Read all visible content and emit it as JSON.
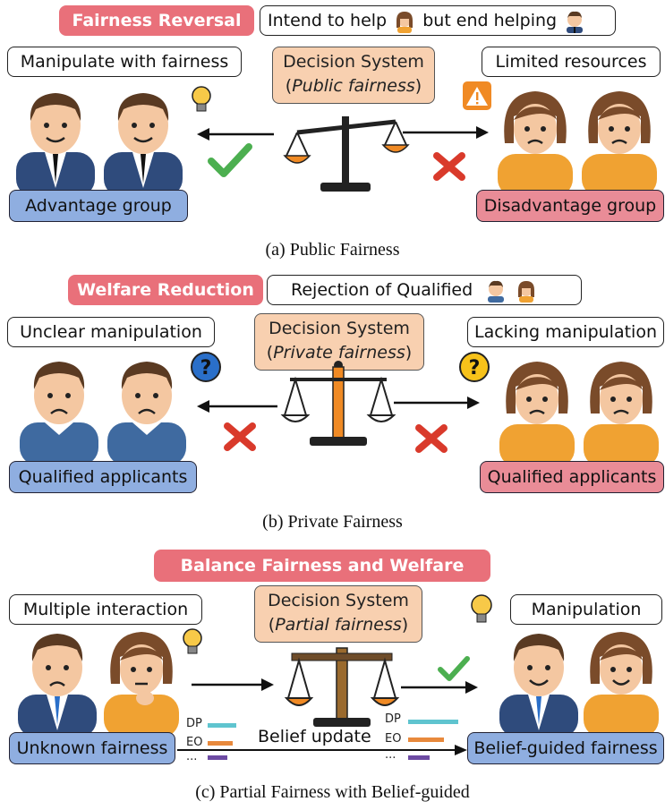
{
  "panel_a": {
    "title": "Fairness Reversal",
    "subtitle_before": "Intend to help",
    "subtitle_after": "but end helping",
    "left_label": "Manipulate with fairness",
    "system_title": "Decision System",
    "system_sub": "Public fairness",
    "right_label": "Limited resources",
    "left_group": "Advantage group",
    "right_group": "Disadvantage group",
    "caption": "(a) Public Fairness"
  },
  "panel_b": {
    "title": "Welfare Reduction",
    "subtitle": "Rejection of Qualified",
    "left_label": "Unclear manipulation",
    "system_title": "Decision System",
    "system_sub": "Private fairness",
    "right_label": "Lacking manipulation",
    "left_group": "Qualified applicants",
    "right_group": "Qualified applicants",
    "question_mark": "?",
    "caption": "(b) Private Fairness"
  },
  "panel_c": {
    "title": "Balance Fairness and Welfare",
    "left_label": "Multiple interaction",
    "system_title": "Decision System",
    "system_sub": "Partial fairness",
    "right_label": "Manipulation",
    "left_group": "Unknown fairness",
    "right_group": "Belief-guided fairness",
    "belief_update": "Belief update",
    "legend": [
      "DP",
      "EO",
      "..."
    ],
    "caption": "(c) Partial Fairness with Belief-guided"
  },
  "colors": {
    "red_banner": "#e9707a",
    "peach": "#f8d0b0",
    "blue_group": "#8faee0",
    "pink_group": "#e98c97",
    "check_green": "#4caf50",
    "cross_red": "#d93a2b",
    "scale_orange": "#f08a24",
    "suit_blue": "#2f4b7c",
    "sweater_orange": "#f0a232",
    "teal_bar": "#5fc4cf",
    "orange_bar": "#e8893c",
    "purple_bar": "#6d4ba3"
  }
}
